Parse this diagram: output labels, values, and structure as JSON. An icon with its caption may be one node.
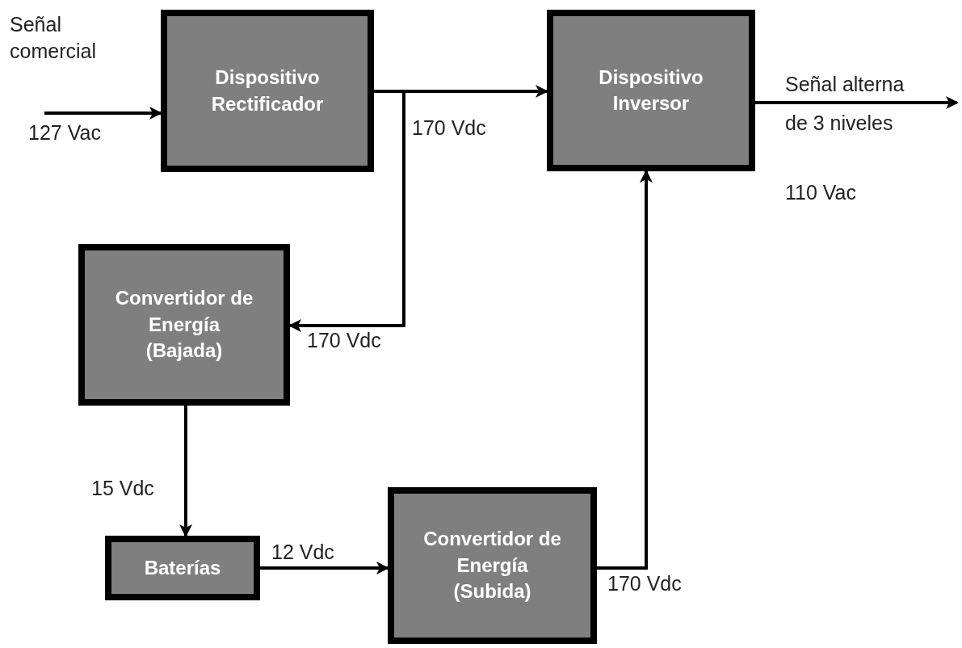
{
  "diagram": {
    "nodes": [
      {
        "text": [
          "Dispositivo Rectificador"
        ]
      },
      {
        "text": [
          "Dispositivo Inversor"
        ]
      },
      {
        "text": [
          "Convertidor de Energía (Bajada)"
        ]
      },
      {
        "text": [
          "Baterías"
        ]
      },
      {
        "text": [
          "Convertidor de Energía (Subida)"
        ]
      }
    ],
    "edges": [
      {
        "from": null,
        "to": 0,
        "arrow": "to"
      },
      {
        "from": 0,
        "to": 1,
        "arrow": "to",
        "label": "170 Vdc"
      },
      {
        "from": 0,
        "to": 2,
        "arrow": "to",
        "label": "170 Vdc"
      },
      {
        "from": 1,
        "to": null,
        "arrow": "to"
      },
      {
        "from": 2,
        "to": 3,
        "arrow": "to",
        "label": "15 Vdc"
      },
      {
        "from": 3,
        "to": 4,
        "arrow": "to",
        "label": "12 Vdc"
      },
      {
        "from": 4,
        "to": 1,
        "arrow": "to",
        "label": "170 Vdc"
      }
    ],
    "labels": [
      "Señal comercial",
      "127 Vac",
      "Señal alterna de 3 niveles",
      "110 Vac"
    ]
  }
}
